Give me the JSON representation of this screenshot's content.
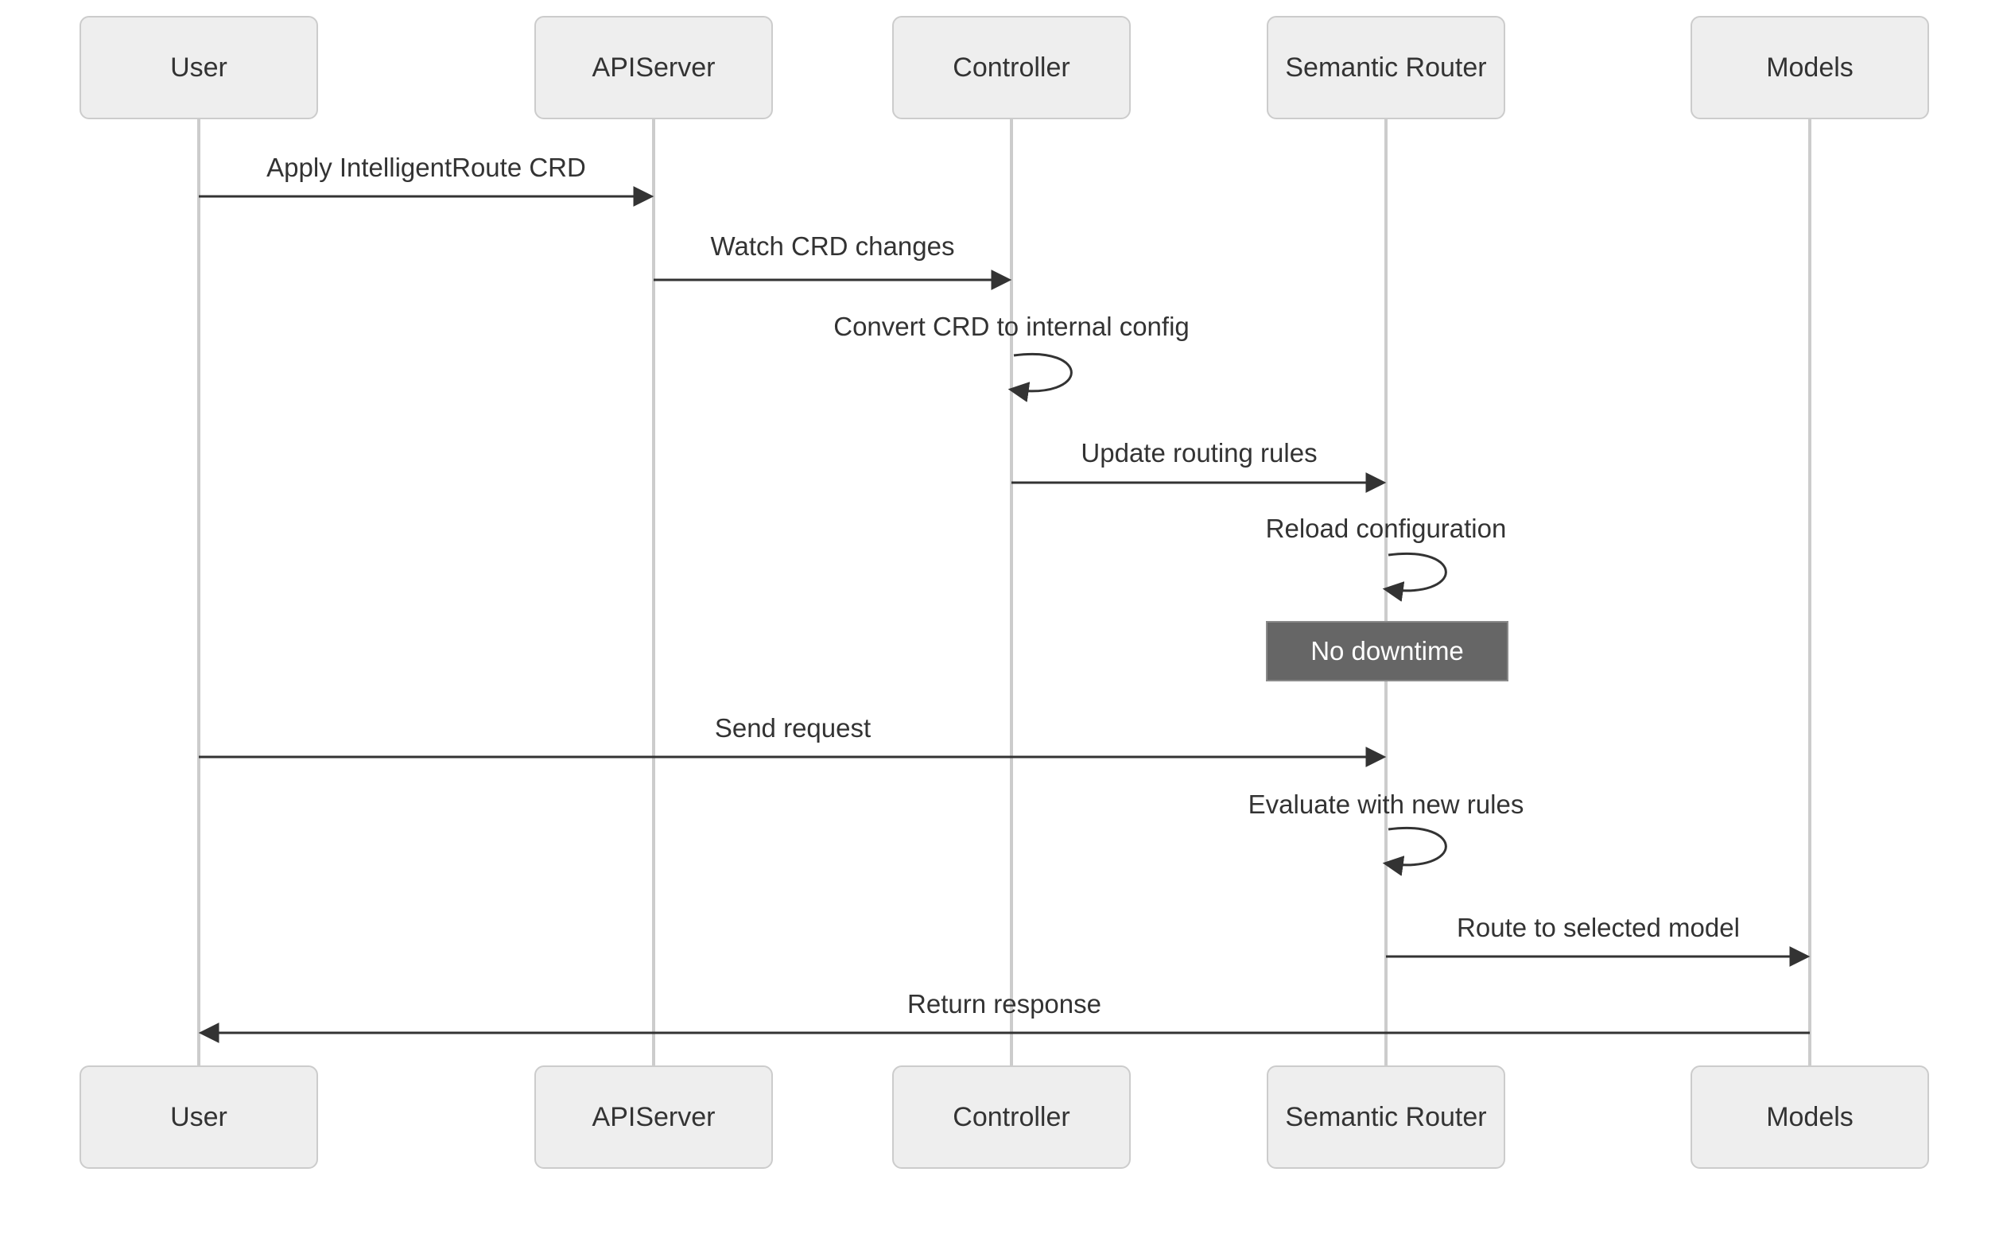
{
  "diagram": {
    "type": "sequence-diagram",
    "actors": [
      {
        "id": "user",
        "label": "User"
      },
      {
        "id": "apiserver",
        "label": "APIServer"
      },
      {
        "id": "controller",
        "label": "Controller"
      },
      {
        "id": "semantic-router",
        "label": "Semantic Router"
      },
      {
        "id": "models",
        "label": "Models"
      }
    ],
    "messages": [
      {
        "from": "User",
        "to": "APIServer",
        "type": "solid-arrow",
        "label": "Apply IntelligentRoute CRD"
      },
      {
        "from": "APIServer",
        "to": "Controller",
        "type": "solid-arrow",
        "label": "Watch CRD changes"
      },
      {
        "from": "Controller",
        "to": "Controller",
        "type": "self-loop",
        "label": "Convert CRD to internal config"
      },
      {
        "from": "Controller",
        "to": "Semantic Router",
        "type": "solid-arrow",
        "label": "Update routing rules"
      },
      {
        "from": "Semantic Router",
        "to": "Semantic Router",
        "type": "self-loop",
        "label": "Reload configuration"
      },
      {
        "from": "User",
        "to": "Semantic Router",
        "type": "solid-arrow",
        "label": "Send request"
      },
      {
        "from": "Semantic Router",
        "to": "Semantic Router",
        "type": "self-loop",
        "label": "Evaluate with new rules"
      },
      {
        "from": "Semantic Router",
        "to": "Models",
        "type": "solid-arrow",
        "label": "Route to selected model"
      },
      {
        "from": "Models",
        "to": "User",
        "type": "solid-arrow",
        "label": "Return response"
      }
    ],
    "notes": [
      {
        "over": "Semantic Router",
        "label": "No downtime"
      }
    ],
    "colors": {
      "background": "#ffffff",
      "actor_fill": "#eeeeee",
      "actor_border": "#cccccc",
      "lifeline": "#cccccc",
      "message_line": "#333333",
      "message_text": "#333333",
      "note_fill": "#666666",
      "note_border": "#8a8a8a",
      "note_text": "#ffffff"
    }
  }
}
